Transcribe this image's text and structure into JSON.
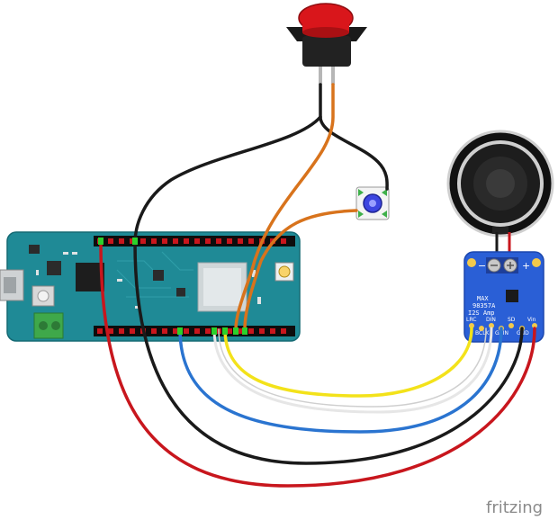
{
  "amp": {
    "label_line1": "MAX",
    "label_line2": "98357A",
    "label_line3": "I2S Amp",
    "pin_lrc": "LRC",
    "pin_bclk": "BCLK",
    "pin_din": "DIN",
    "pin_gain": "GAIN",
    "pin_sd": "SD",
    "pin_gnd": "GND",
    "pin_vin": "Vin",
    "minus": "−",
    "plus": "+"
  },
  "watermark": {
    "text": "fritzing"
  },
  "colors": {
    "board": "#1f8a96",
    "amp_board": "#2a5fd6",
    "wire_yellow": "#f3e21a",
    "wire_white": "#e8e8e8",
    "wire_blue": "#2a74d0",
    "wire_black": "#1a1a1a",
    "wire_red": "#c8161d",
    "wire_orange": "#d8731c",
    "button_cap": "#d9161b"
  }
}
